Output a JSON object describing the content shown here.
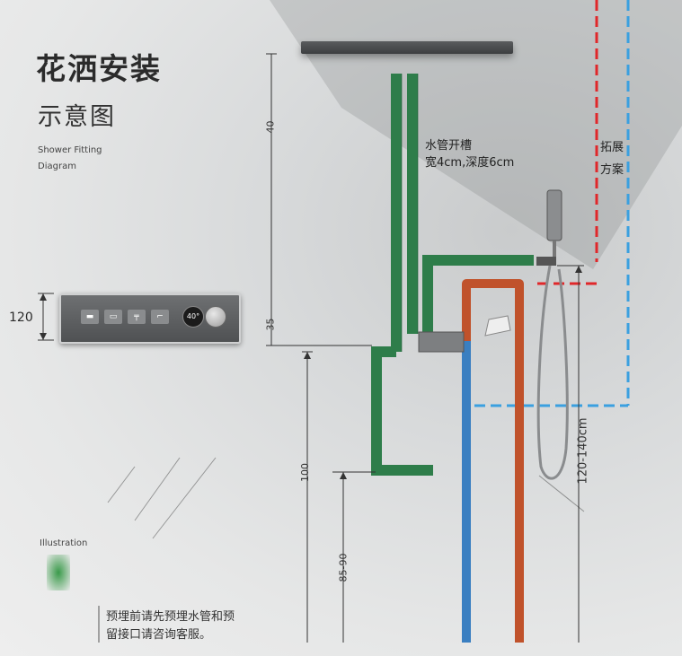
{
  "header": {
    "title": "花洒安装",
    "subtitle": "示意图",
    "sub_en_1": "Shower Fitting",
    "sub_en_2": "Diagram"
  },
  "annotations": {
    "groove_title": "水管开槽",
    "groove_detail": "宽4cm,深度6cm",
    "expand_line1": "拓展",
    "expand_line2": "方案"
  },
  "dimensions": {
    "panel_height": "120",
    "top_span": "40",
    "mid_span": "35",
    "lower_span": "100",
    "inner_span": "85-90",
    "handheld_height": "120-140cm"
  },
  "control_panel": {
    "display": "40°"
  },
  "footer": {
    "caption_en": "Illustration",
    "line1": "预埋前请先预埋水管和预",
    "line2": "留接口请咨询客服。"
  },
  "colors": {
    "green_pipe": "#2e7d4a",
    "hot_pipe": "#c0522b",
    "cold_pipe": "#3a7fc1",
    "red_dash": "#e0272a",
    "blue_dash": "#3aa0e0"
  }
}
